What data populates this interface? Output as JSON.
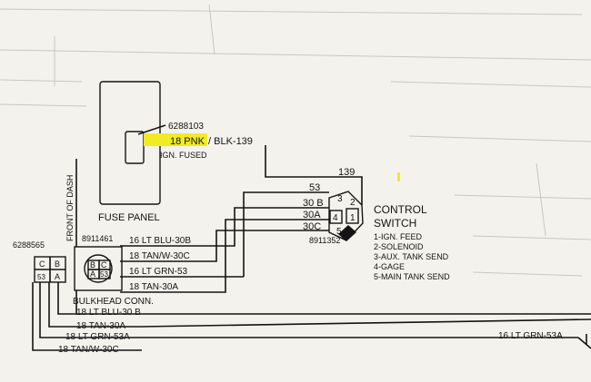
{
  "colors": {
    "background": "#f4f2ed",
    "ink": "#141414",
    "highlight": "#f2ea25",
    "ghost_lines": "#c9c7c0"
  },
  "fuse_panel": {
    "label": "FUSE PANEL",
    "part_number": "6288103",
    "wire_primary": "18 PNK",
    "wire_alt": "/ BLK-139",
    "note": "IGN. FUSED"
  },
  "front_of_dash": "FRONT OF DASH",
  "control_switch": {
    "title_1": "CONTROL",
    "title_2": "SWITCH",
    "part_number": "8911352",
    "pins": [
      "1",
      "2",
      "3",
      "4",
      "5"
    ],
    "legend": [
      "1-IGN. FEED",
      "2-SOLENOID",
      "3-AUX. TANK SEND",
      "4-GAGE",
      "5-MAIN TANK SEND"
    ]
  },
  "circuits": {
    "c139": "139",
    "c53": "53",
    "c30b": "30 B",
    "c30a": "30A",
    "c30c": "30C"
  },
  "bulkhead": {
    "label": "BULKHEAD CONN.",
    "part_number": "8911461",
    "cells": [
      "B",
      "C",
      "A",
      "53"
    ]
  },
  "connector_left": {
    "part_number": "6288565",
    "cells": [
      "C",
      "B",
      "53",
      "A"
    ]
  },
  "wires": {
    "blu30b": "16 LT BLU-30B",
    "tan30c": "18 TAN/W-30C",
    "grn53": "16 LT GRN-53",
    "tan30a": "18 TAN-30A",
    "lower_blu30b": "18 LT BLU-30 B",
    "lower_tan30a": "18 TAN-30A",
    "lower_grn53a": "18 LT GRN-53A",
    "lower_tan30c": "18 TAN/W-30C",
    "right_grn53a": "16 LT GRN-53A"
  }
}
